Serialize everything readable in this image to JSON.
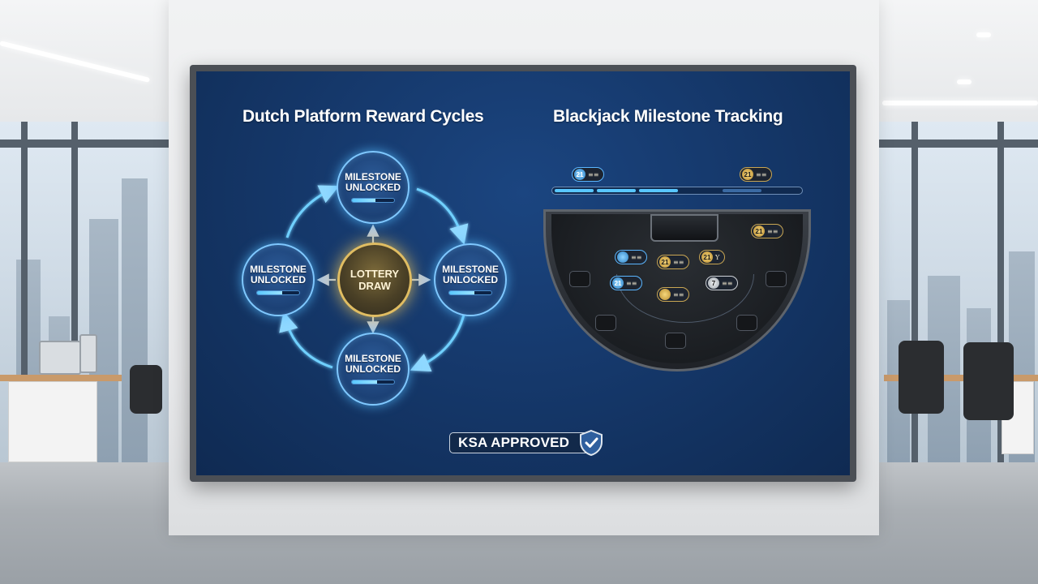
{
  "screen": {
    "left_title": "Dutch Platform Reward Cycles",
    "right_title": "Blackjack Milestone Tracking"
  },
  "cycle": {
    "nodes": [
      {
        "label_line1": "MILESTONE",
        "label_line2": "UNLOCKED",
        "progress": 0.55
      },
      {
        "label_line1": "MILESTONE",
        "label_line2": "UNLOCKED",
        "progress": 0.6
      },
      {
        "label_line1": "MILESTONE",
        "label_line2": "UNLOCKED",
        "progress": 0.6
      },
      {
        "label_line1": "MILESTONE",
        "label_line2": "UNLOCKED",
        "progress": 0.6
      }
    ],
    "center": {
      "label_line1": "LOTTERY",
      "label_line2": "DRAW"
    }
  },
  "blackjack": {
    "progress_coin": "21",
    "table_coin": "21",
    "table_coin_alt": "7"
  },
  "badge": {
    "label": "KSA APPROVED"
  },
  "colors": {
    "screen_bg": "#163a6e",
    "accent_glow": "#7fc8ff",
    "gold": "#e0bd62",
    "progress": "#59c7ff"
  }
}
